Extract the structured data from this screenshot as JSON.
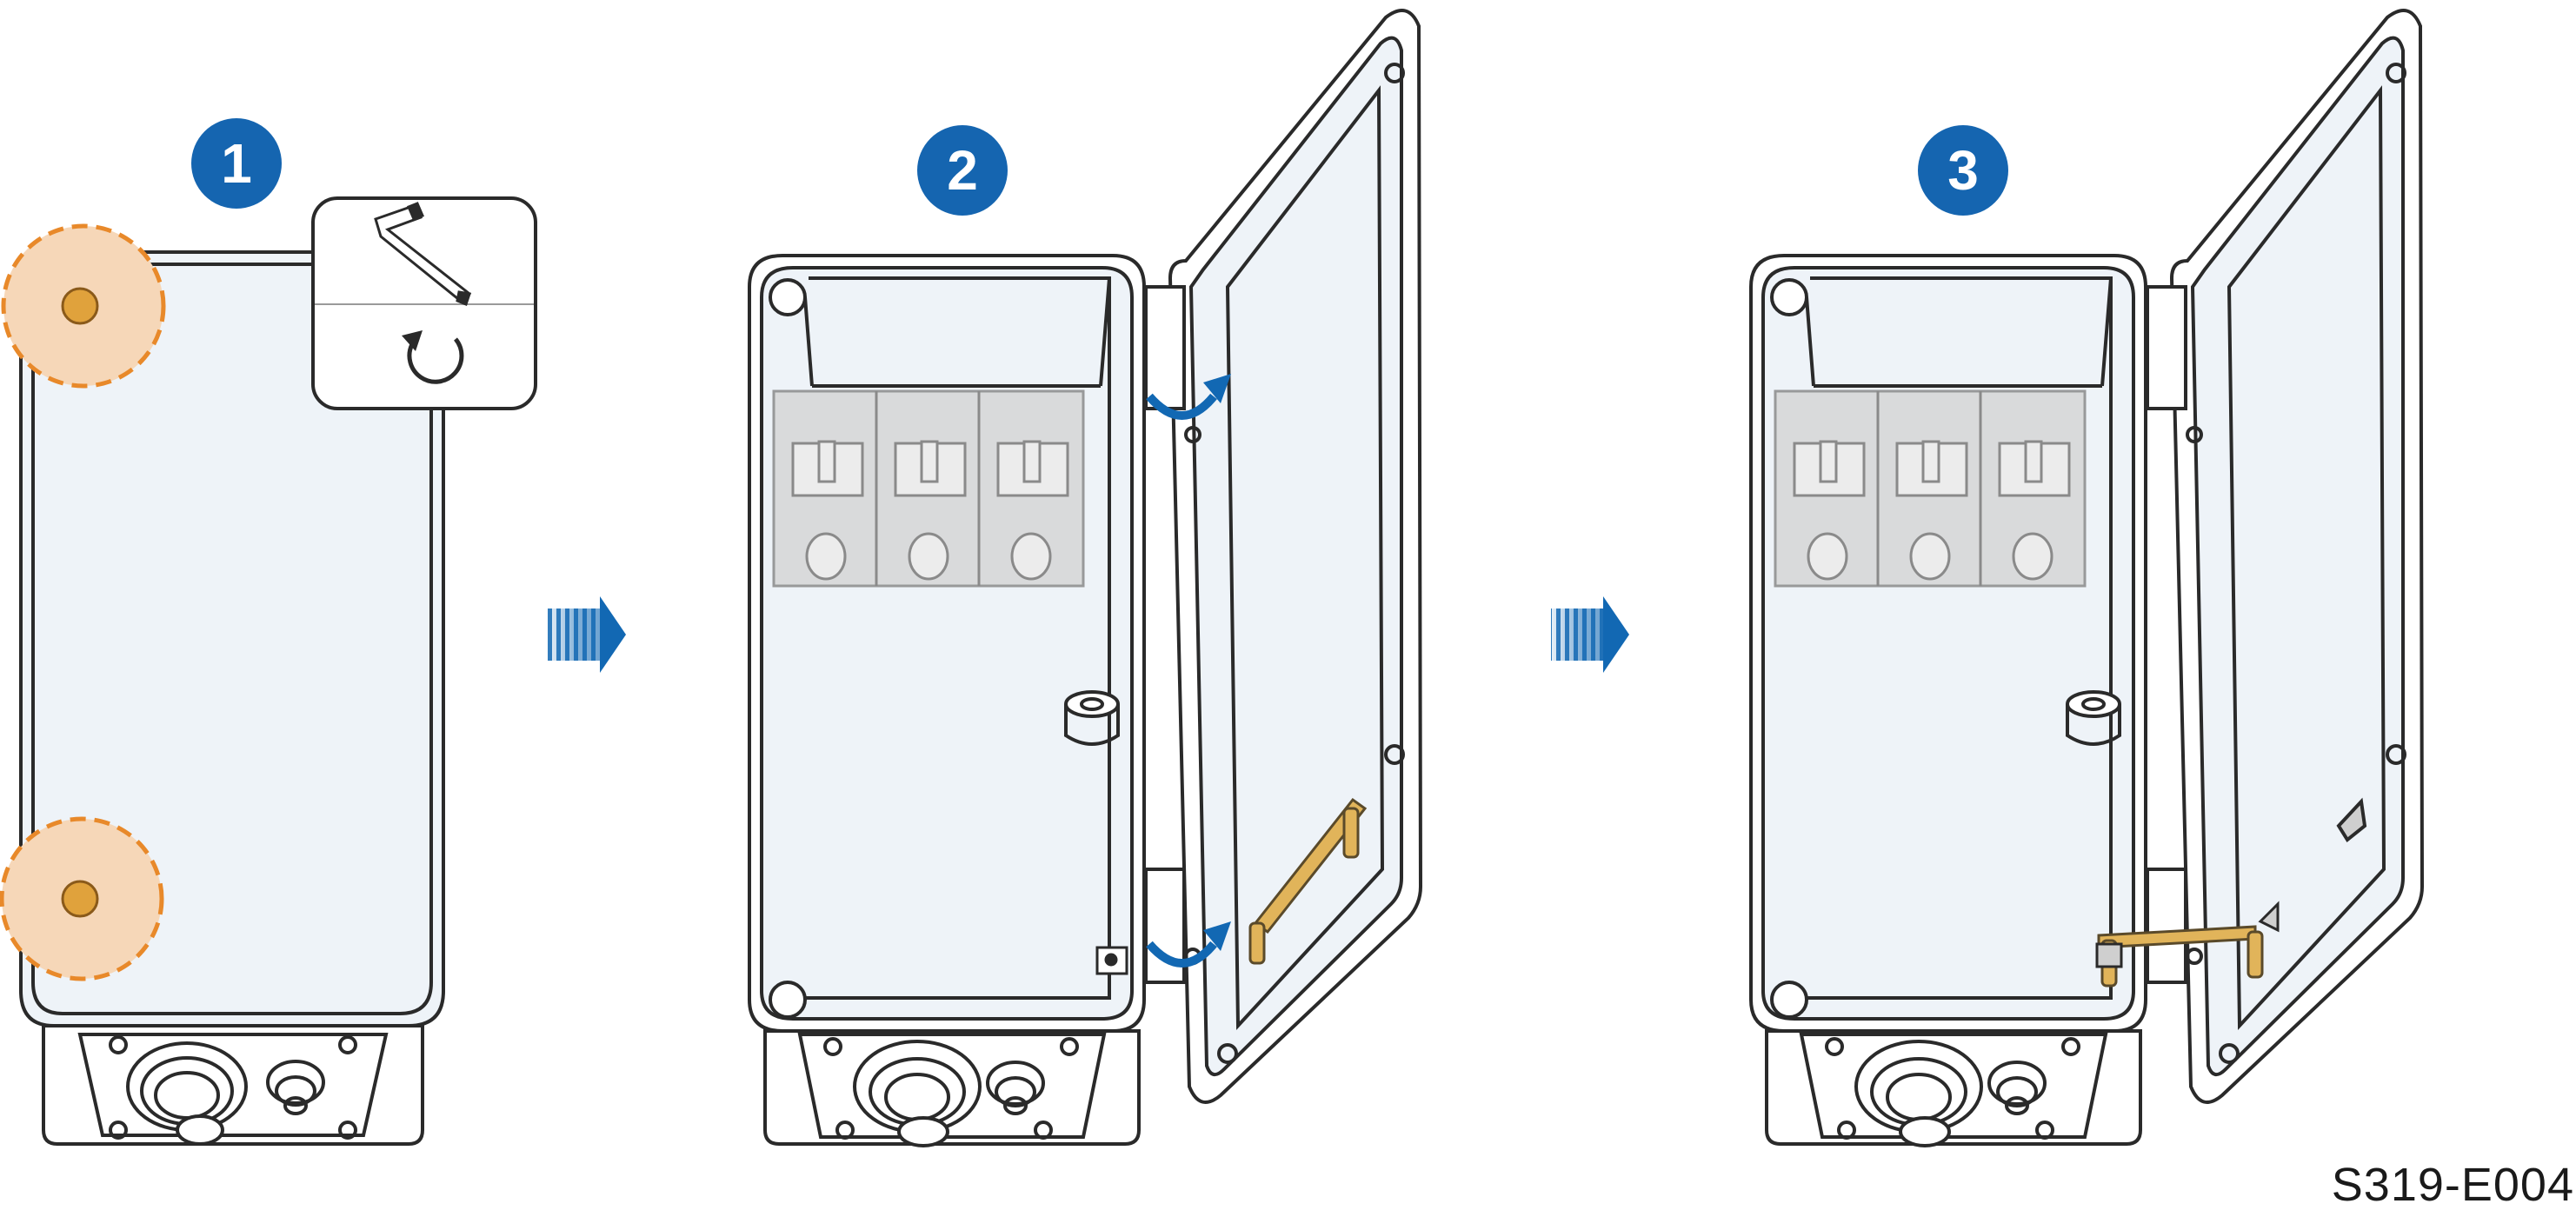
{
  "steps": [
    {
      "label": "1"
    },
    {
      "label": "2"
    },
    {
      "label": "3"
    }
  ],
  "figure_code": "S319-E004",
  "icons": {
    "tool": "hex-key-icon",
    "rotate": "rotate-counterclockwise-icon",
    "arrow": "next-step-arrow-icon"
  },
  "colors": {
    "badge": "#1565b0",
    "highlight_fill": "#f6d7b8",
    "highlight_stroke": "#e8892a",
    "screw": "#e0a23c",
    "line": "#2a2a2a",
    "panel": "#eef3f8",
    "bracket": "#e1b45a",
    "arrow": "#1268b3"
  }
}
